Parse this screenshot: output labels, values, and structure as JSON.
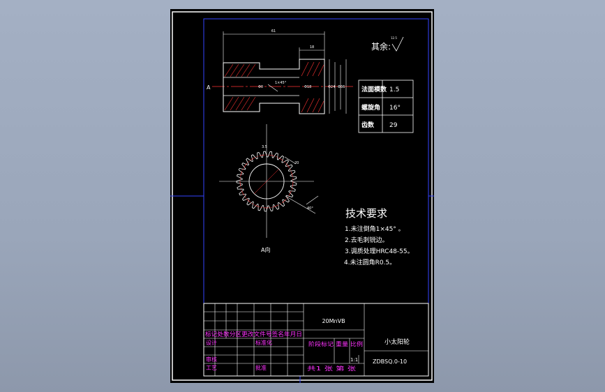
{
  "roughness": {
    "label": "其余:",
    "value": "12.5"
  },
  "section_marker": "A",
  "view_label": "A向",
  "dims": {
    "overall_length": "61",
    "hub_length": "18",
    "chamfer": "1×45°",
    "d_left": "Φ0",
    "d_bore": "Φ18",
    "d_right": "Φ24",
    "d_flange": "Φ36",
    "tooth_width": "3.5",
    "tooth_angle": "40°",
    "pitch": "20"
  },
  "param_table": [
    {
      "name": "法面模数",
      "value": "1.5"
    },
    {
      "name": "螺旋角",
      "value": "16°"
    },
    {
      "name": "齿数",
      "value": "29"
    }
  ],
  "tech": {
    "title": "技术要求",
    "items": [
      "1.未注倒角1×45° 。",
      "2.去毛刺锐边。",
      "3.调质处理HRC48-55。",
      "4.未注圆角R0.5。"
    ]
  },
  "title_block": {
    "material": "20MnVB",
    "part_name": "小太阳轮",
    "drawing_no": "ZDBSQ.0-10",
    "scale": "1:1",
    "header_row": "标记处数分区更改文件号签名年月日",
    "row_design": "设计",
    "row_standard": "标准化",
    "row_review": "审核",
    "row_process": "工艺",
    "row_approve": "批准",
    "stage_labels": "阶段标记 重量 比例",
    "sheets": "共1 张 第 张"
  }
}
